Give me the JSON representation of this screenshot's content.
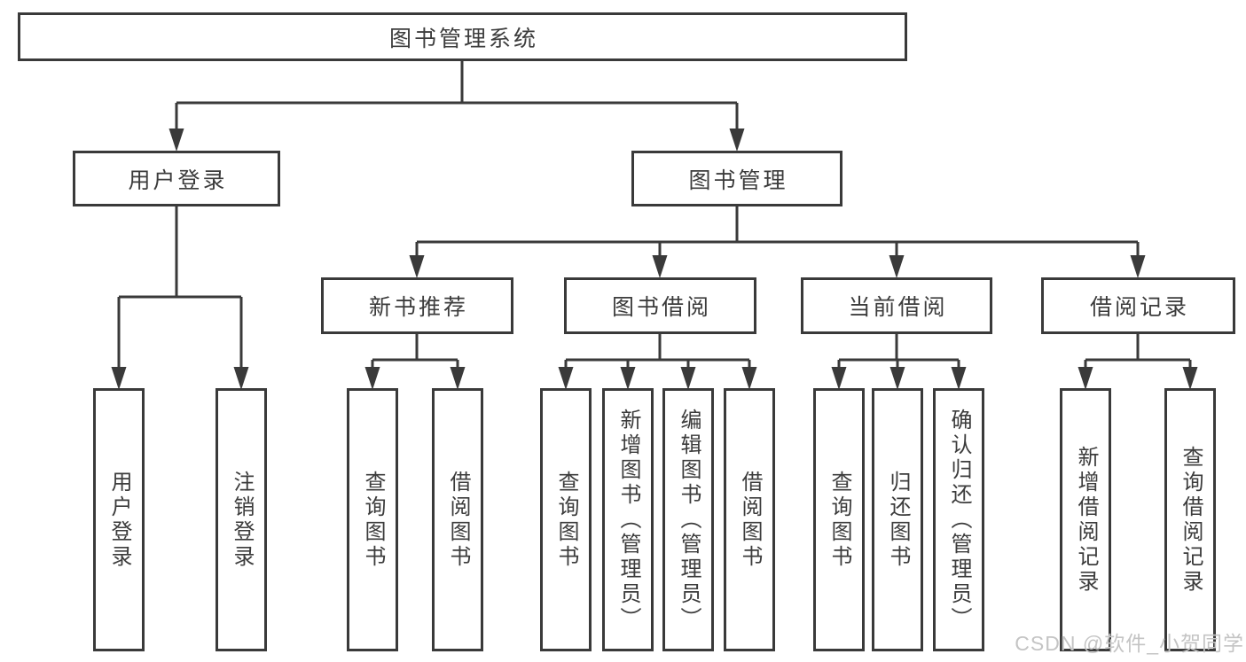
{
  "diagram": {
    "root": {
      "label": "图书管理系统"
    },
    "branches": [
      {
        "label": "用户登录",
        "children": [
          {
            "label": "用户登录"
          },
          {
            "label": "注销登录"
          }
        ]
      },
      {
        "label": "图书管理",
        "children": [
          {
            "label": "新书推荐",
            "children": [
              {
                "label": "查询图书"
              },
              {
                "label": "借阅图书"
              }
            ]
          },
          {
            "label": "图书借阅",
            "children": [
              {
                "label": "查询图书"
              },
              {
                "label": "新增图书（管理员）"
              },
              {
                "label": "编辑图书（管理员）"
              },
              {
                "label": "借阅图书"
              }
            ]
          },
          {
            "label": "当前借阅",
            "children": [
              {
                "label": "查询图书"
              },
              {
                "label": "归还图书"
              },
              {
                "label": "确认归还（管理员）"
              }
            ]
          },
          {
            "label": "借阅记录",
            "children": [
              {
                "label": "新增借阅记录"
              },
              {
                "label": "查询借阅记录"
              }
            ]
          }
        ]
      }
    ],
    "watermark": "CSDN @软件_小贺同学",
    "colors": {
      "line": "#3a3a3a",
      "text": "#3c3c3c",
      "watermark": "#c4c4c4",
      "background": "#ffffff"
    }
  }
}
